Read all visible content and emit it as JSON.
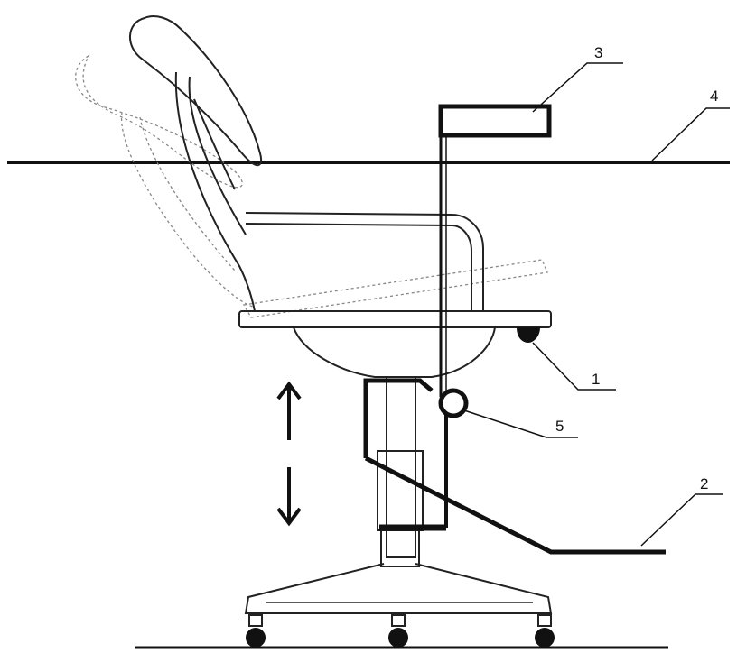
{
  "labels": {
    "item_1": "1",
    "item_2": "2",
    "item_3": "3",
    "item_4": "4",
    "item_5": "5"
  }
}
